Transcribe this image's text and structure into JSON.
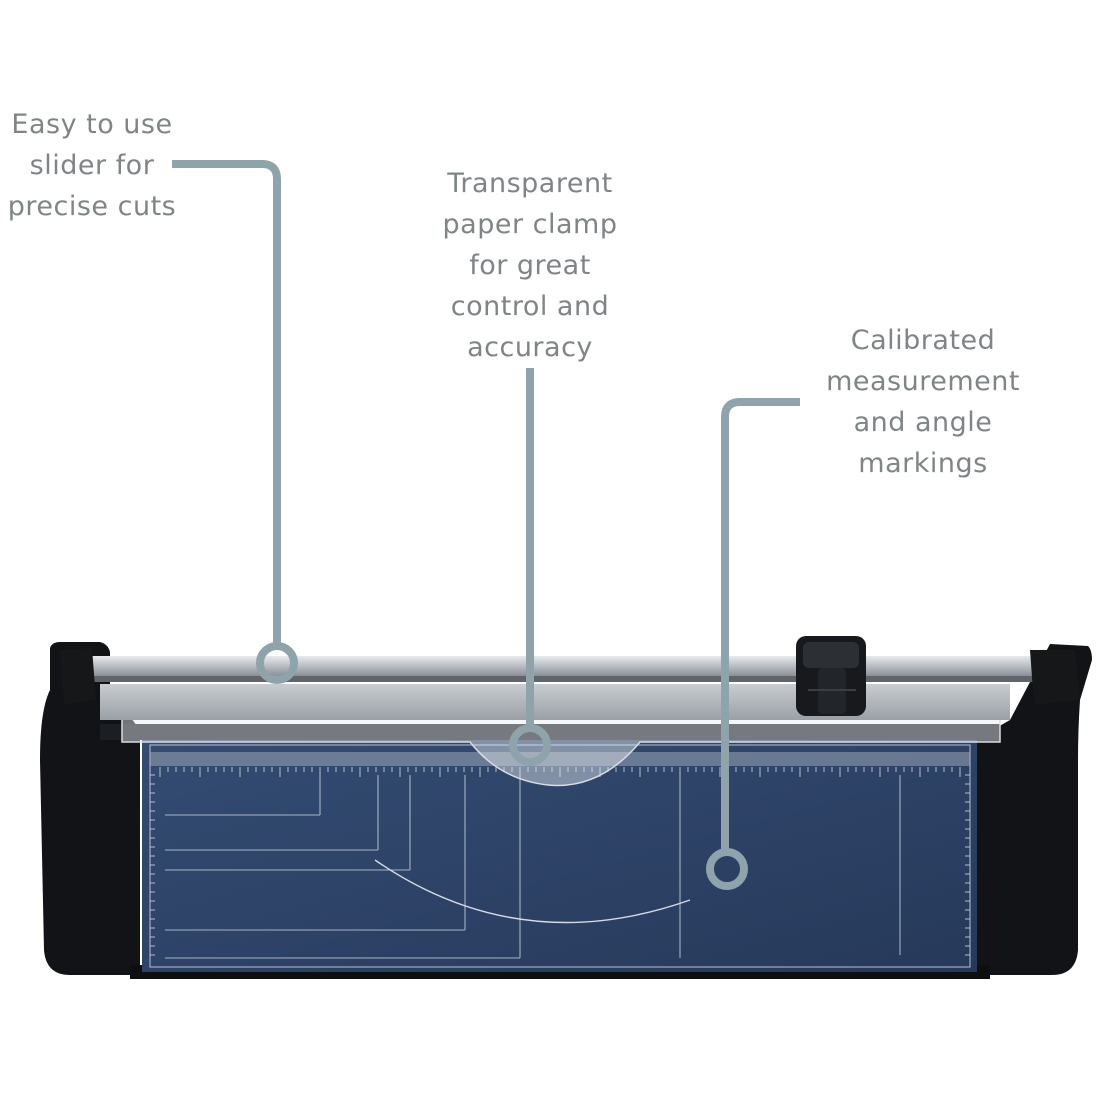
{
  "callouts": {
    "slider": {
      "lines": [
        "Easy to use",
        "slider for",
        "precise cuts"
      ]
    },
    "clamp": {
      "lines": [
        "Transparent",
        "paper clamp",
        "for great",
        "control and",
        "accuracy"
      ]
    },
    "markings": {
      "lines": [
        "Calibrated",
        "measurement",
        "and angle",
        "markings"
      ]
    }
  },
  "colors": {
    "callout_text": "#7f8587",
    "leader_line": "#8fa3ab",
    "cutting_mat": "#2d4468",
    "frame": "#111316",
    "rail": "#c8ccd0"
  }
}
